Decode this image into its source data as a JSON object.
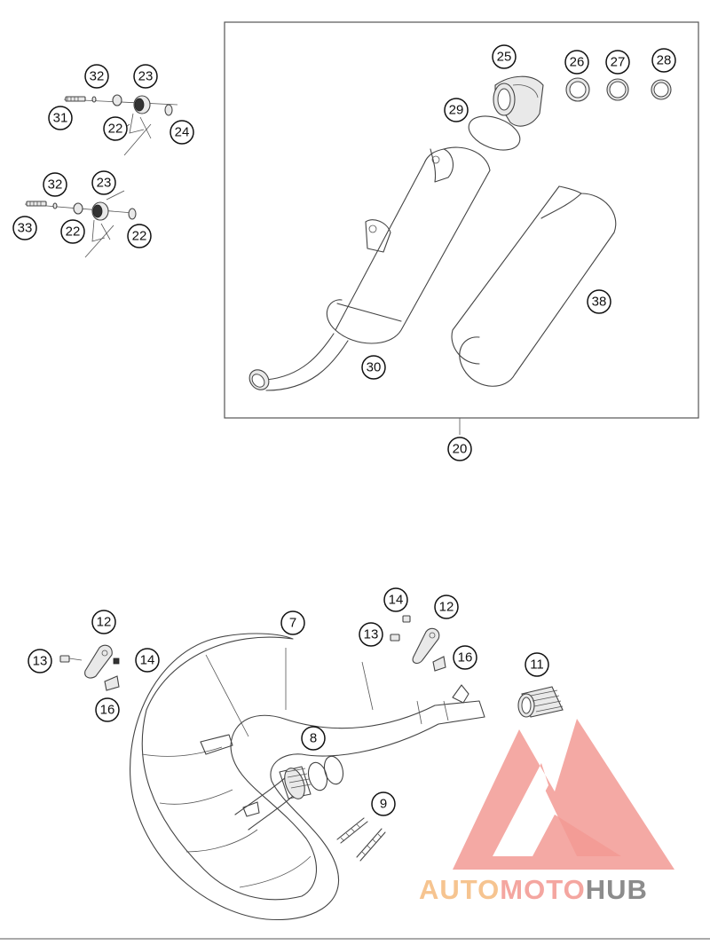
{
  "callouts": {
    "c20": "20",
    "c22a": "22",
    "c22b": "22",
    "c22c": "22",
    "c23a": "23",
    "c23b": "23",
    "c24": "24",
    "c25": "25",
    "c26": "26",
    "c27": "27",
    "c28": "28",
    "c29": "29",
    "c30": "30",
    "c31": "31",
    "c32a": "32",
    "c32b": "32",
    "c33": "33",
    "c38": "38",
    "c7": "7",
    "c8": "8",
    "c9": "9",
    "c11": "11",
    "c12a": "12",
    "c12b": "12",
    "c13a": "13",
    "c13b": "13",
    "c14a": "14",
    "c14b": "14",
    "c16a": "16",
    "c16b": "16"
  },
  "watermark": {
    "part1": "AUTO",
    "part2": "MOTO",
    "part3": "HUB",
    "color1": "#f6c490",
    "color2": "#f4a6a0",
    "color3": "#8c8c8c",
    "logo_color": "#f29a94"
  },
  "colors": {
    "line": "#444444",
    "callout_stroke": "#111111"
  }
}
